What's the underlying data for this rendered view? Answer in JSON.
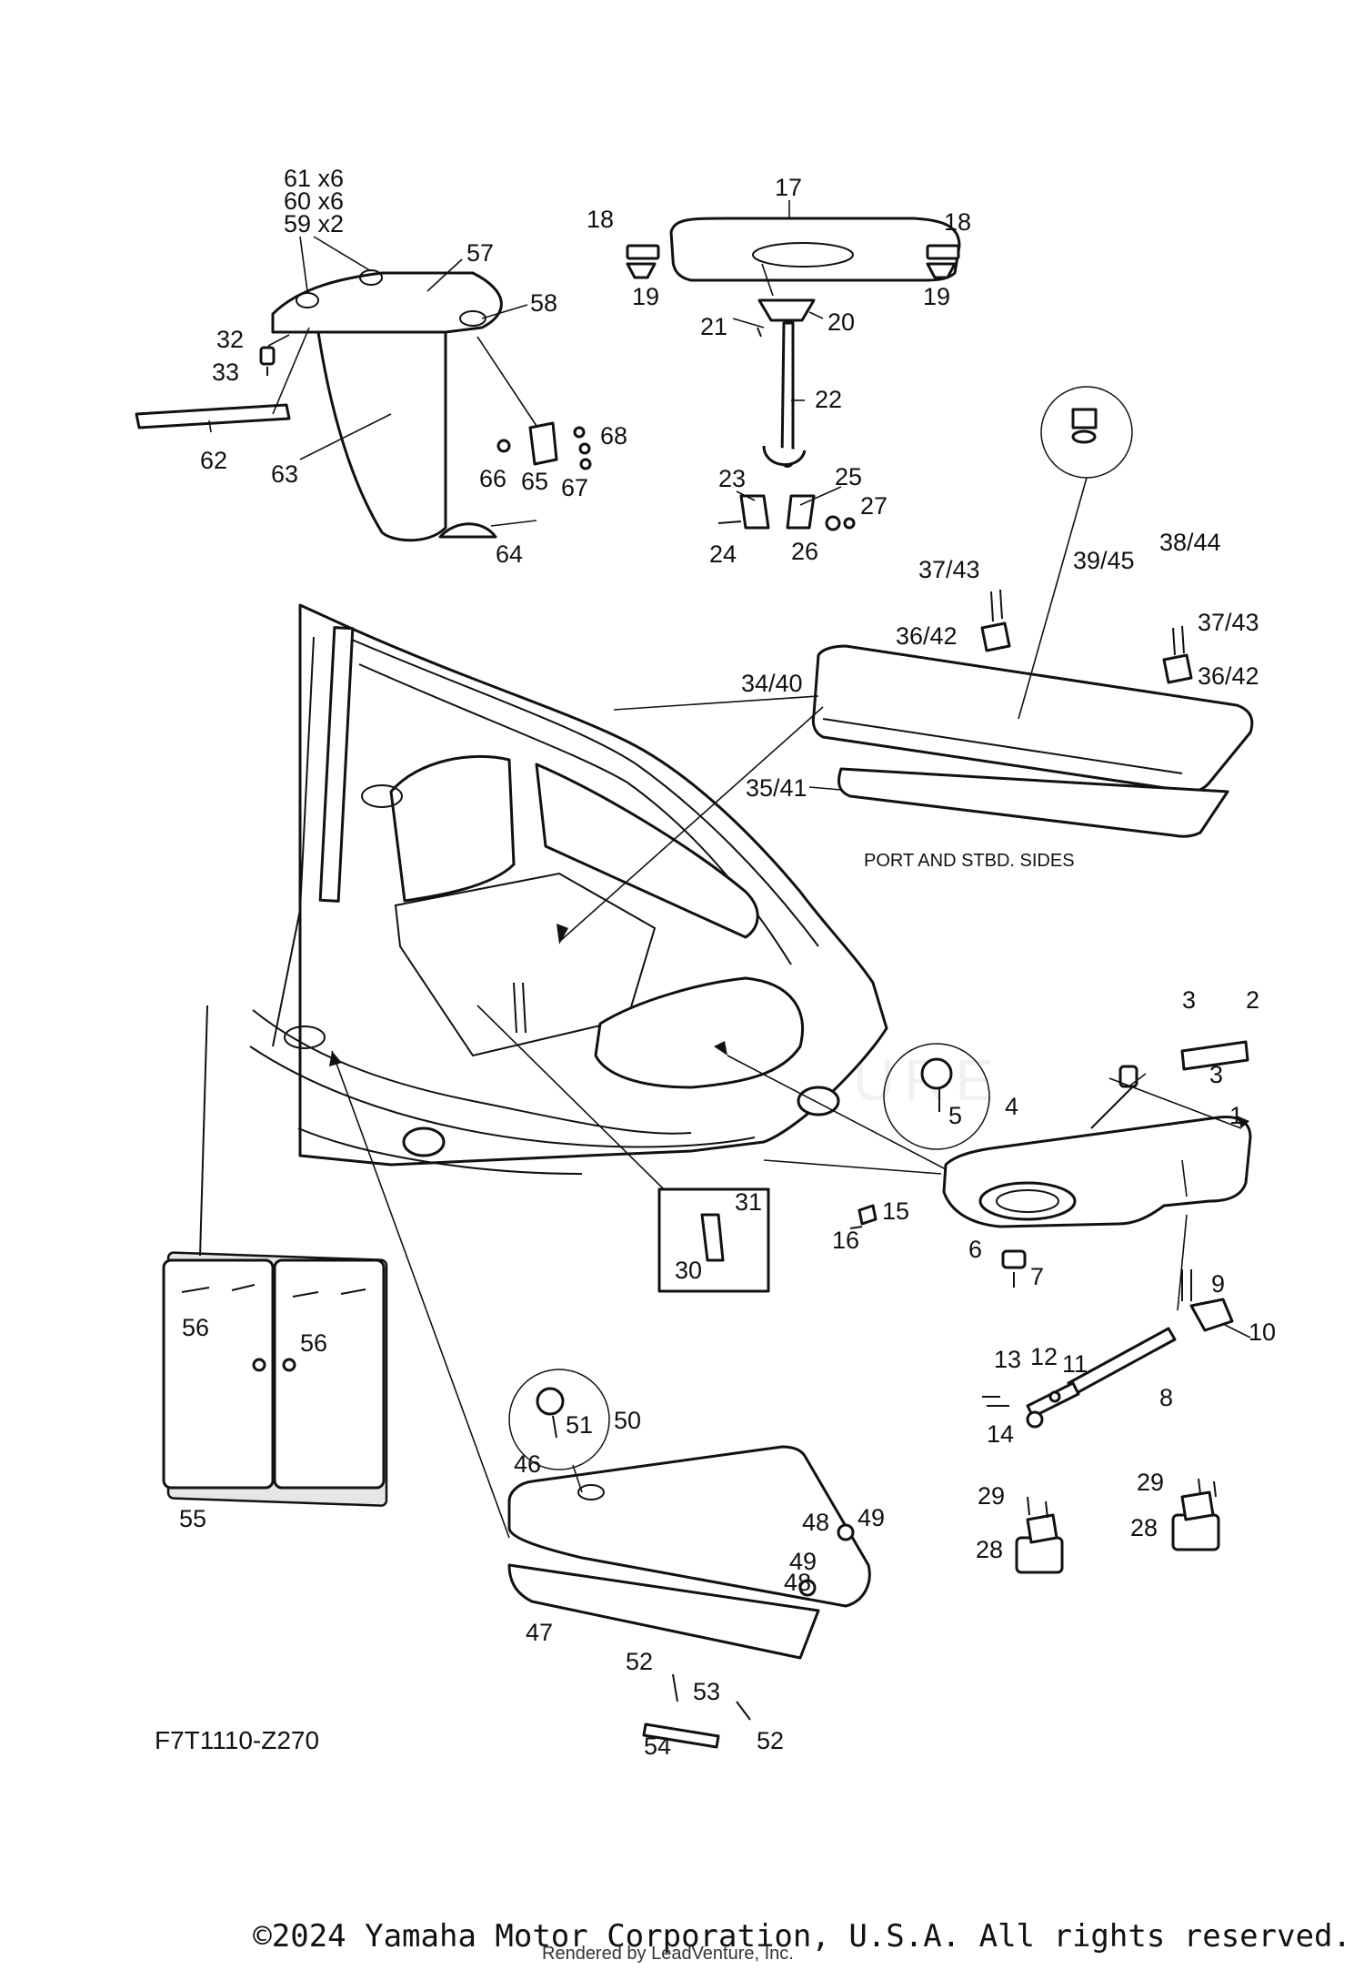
{
  "callouts": [
    {
      "id": "lbl-61x6",
      "text": "61 x6"
    },
    {
      "id": "lbl-60x6",
      "text": "60 x6"
    },
    {
      "id": "lbl-59x2",
      "text": "59 x2"
    },
    {
      "id": "lbl-57",
      "text": "57"
    },
    {
      "id": "lbl-58",
      "text": "58"
    },
    {
      "id": "lbl-32",
      "text": "32"
    },
    {
      "id": "lbl-33",
      "text": "33"
    },
    {
      "id": "lbl-62",
      "text": "62"
    },
    {
      "id": "lbl-63",
      "text": "63"
    },
    {
      "id": "lbl-66",
      "text": "66"
    },
    {
      "id": "lbl-65",
      "text": "65"
    },
    {
      "id": "lbl-67",
      "text": "67"
    },
    {
      "id": "lbl-68",
      "text": "68"
    },
    {
      "id": "lbl-64",
      "text": "64"
    },
    {
      "id": "lbl-17",
      "text": "17"
    },
    {
      "id": "lbl-18a",
      "text": "18"
    },
    {
      "id": "lbl-18b",
      "text": "18"
    },
    {
      "id": "lbl-19a",
      "text": "19"
    },
    {
      "id": "lbl-19b",
      "text": "19"
    },
    {
      "id": "lbl-20",
      "text": "20"
    },
    {
      "id": "lbl-21",
      "text": "21"
    },
    {
      "id": "lbl-22",
      "text": "22"
    },
    {
      "id": "lbl-23",
      "text": "23"
    },
    {
      "id": "lbl-25",
      "text": "25"
    },
    {
      "id": "lbl-24",
      "text": "24"
    },
    {
      "id": "lbl-26",
      "text": "26"
    },
    {
      "id": "lbl-27",
      "text": "27"
    },
    {
      "id": "lbl-37-43a",
      "text": "37/43"
    },
    {
      "id": "lbl-39-45",
      "text": "39/45"
    },
    {
      "id": "lbl-38-44",
      "text": "38/44"
    },
    {
      "id": "lbl-36-42a",
      "text": "36/42"
    },
    {
      "id": "lbl-37-43b",
      "text": "37/43"
    },
    {
      "id": "lbl-36-42b",
      "text": "36/42"
    },
    {
      "id": "lbl-34-40",
      "text": "34/40"
    },
    {
      "id": "lbl-35-41",
      "text": "35/41"
    },
    {
      "id": "lbl-3a",
      "text": "3"
    },
    {
      "id": "lbl-2",
      "text": "2"
    },
    {
      "id": "lbl-3b",
      "text": "3"
    },
    {
      "id": "lbl-4",
      "text": "4"
    },
    {
      "id": "lbl-5",
      "text": "5"
    },
    {
      "id": "lbl-1",
      "text": "1"
    },
    {
      "id": "lbl-15",
      "text": "15"
    },
    {
      "id": "lbl-16",
      "text": "16"
    },
    {
      "id": "lbl-31",
      "text": "31"
    },
    {
      "id": "lbl-30",
      "text": "30"
    },
    {
      "id": "lbl-6",
      "text": "6"
    },
    {
      "id": "lbl-7",
      "text": "7"
    },
    {
      "id": "lbl-9",
      "text": "9"
    },
    {
      "id": "lbl-10",
      "text": "10"
    },
    {
      "id": "lbl-13",
      "text": "13"
    },
    {
      "id": "lbl-12",
      "text": "12"
    },
    {
      "id": "lbl-11",
      "text": "11"
    },
    {
      "id": "lbl-8",
      "text": "8"
    },
    {
      "id": "lbl-14",
      "text": "14"
    },
    {
      "id": "lbl-56a",
      "text": "56"
    },
    {
      "id": "lbl-56b",
      "text": "56"
    },
    {
      "id": "lbl-55",
      "text": "55"
    },
    {
      "id": "lbl-51",
      "text": "51"
    },
    {
      "id": "lbl-50",
      "text": "50"
    },
    {
      "id": "lbl-46",
      "text": "46"
    },
    {
      "id": "lbl-48a",
      "text": "48"
    },
    {
      "id": "lbl-49a",
      "text": "49"
    },
    {
      "id": "lbl-48b",
      "text": "48"
    },
    {
      "id": "lbl-49b",
      "text": "49"
    },
    {
      "id": "lbl-47",
      "text": "47"
    },
    {
      "id": "lbl-52a",
      "text": "52"
    },
    {
      "id": "lbl-53",
      "text": "53"
    },
    {
      "id": "lbl-52b",
      "text": "52"
    },
    {
      "id": "lbl-54",
      "text": "54"
    },
    {
      "id": "lbl-29a",
      "text": "29"
    },
    {
      "id": "lbl-28a",
      "text": "28"
    },
    {
      "id": "lbl-29b",
      "text": "29"
    },
    {
      "id": "lbl-28b",
      "text": "28"
    }
  ],
  "note": "PORT AND STBD. SIDES",
  "diagram_code": "F7T1110-Z270",
  "copyright": "©2024 Yamaha Motor Corporation, U.S.A. All rights reserved.",
  "credit": "Rendered by LeadVenture, Inc.",
  "watermark": "LEADVENTURE"
}
